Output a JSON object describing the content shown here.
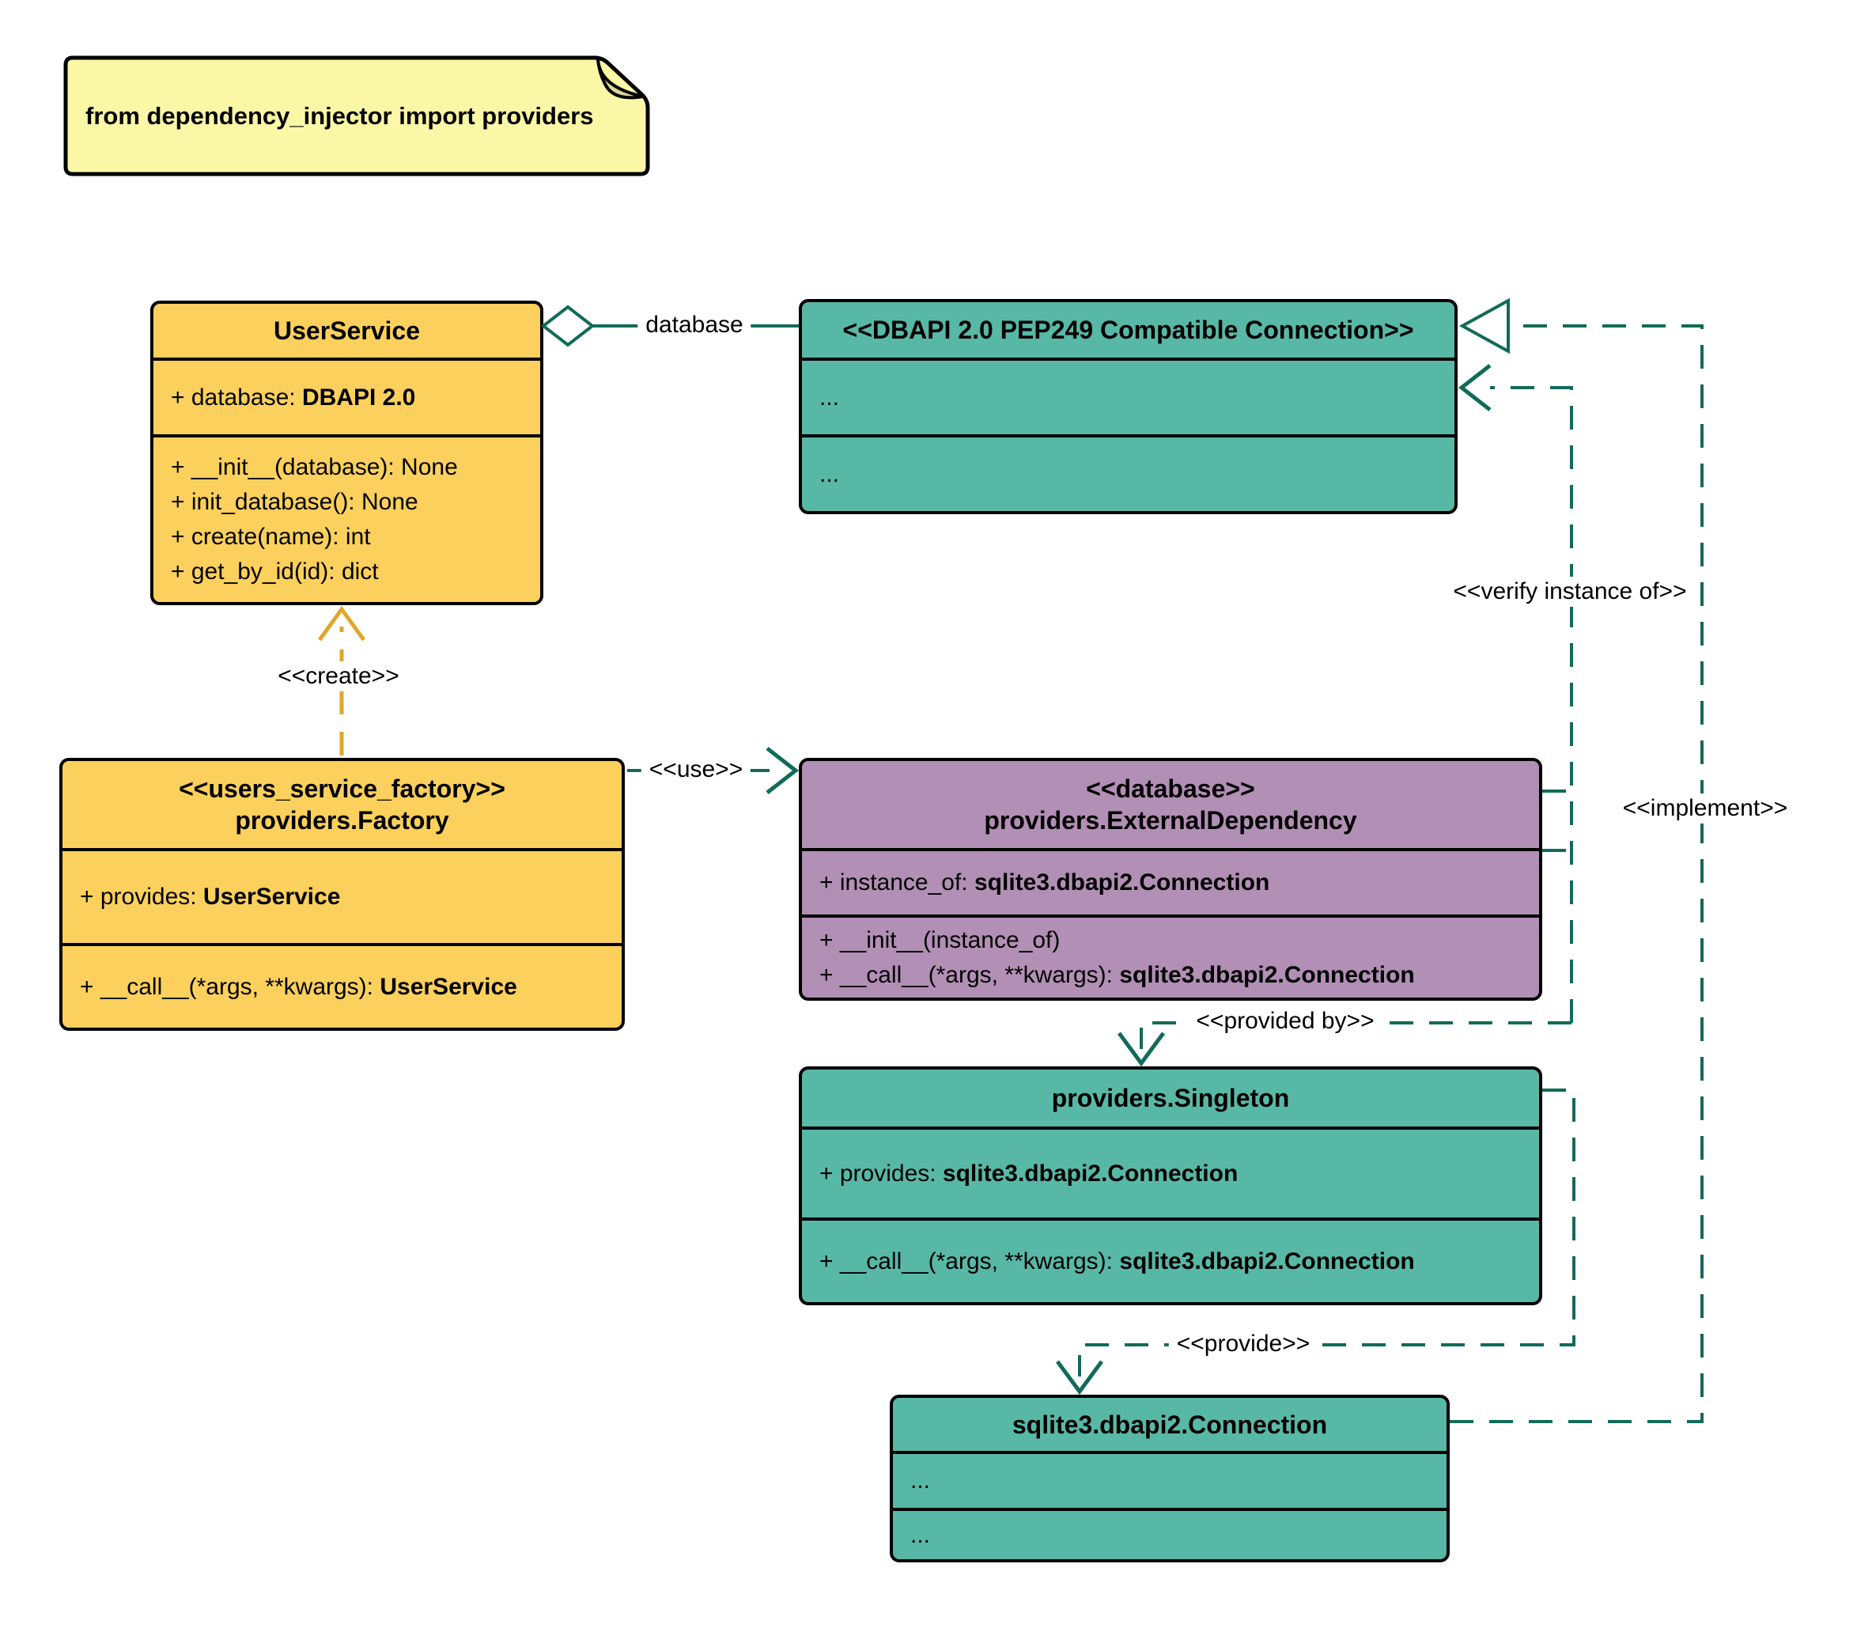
{
  "note": {
    "text": "from dependency_injector import providers"
  },
  "classes": {
    "user_service": {
      "title": "UserService",
      "attributes": [
        {
          "label": "+ database: ",
          "type": "DBAPI 2.0"
        }
      ],
      "methods": [
        {
          "label": "+ __init__(database): None",
          "type": ""
        },
        {
          "label": "+ init_database(): None",
          "type": ""
        },
        {
          "label": "+ create(name): int",
          "type": ""
        },
        {
          "label": "+ get_by_id(id): dict",
          "type": ""
        }
      ]
    },
    "dbapi_connection": {
      "title": "<<DBAPI 2.0 PEP249 Compatible Connection>>",
      "section1": "...",
      "section2": "..."
    },
    "users_service_factory": {
      "stereotype": "<<users_service_factory>>",
      "title": "providers.Factory",
      "attributes": [
        {
          "label": "+ provides: ",
          "type": "UserService"
        }
      ],
      "methods": [
        {
          "label": "+ __call__(*args, **kwargs): ",
          "type": "UserService"
        }
      ]
    },
    "external_dependency": {
      "stereotype": "<<database>>",
      "title": "providers.ExternalDependency",
      "attributes": [
        {
          "label": "+ instance_of: ",
          "type": "sqlite3.dbapi2.Connection"
        }
      ],
      "methods": [
        {
          "label": "+ __init__(instance_of)",
          "type": ""
        },
        {
          "label": "+ __call__(*args, **kwargs): ",
          "type": "sqlite3.dbapi2.Connection"
        }
      ]
    },
    "singleton": {
      "title": "providers.Singleton",
      "attributes": [
        {
          "label": "+ provides: ",
          "type": "sqlite3.dbapi2.Connection"
        }
      ],
      "methods": [
        {
          "label": "+ __call__(*args, **kwargs): ",
          "type": "sqlite3.dbapi2.Connection"
        }
      ]
    },
    "sqlite_connection": {
      "title": "sqlite3.dbapi2.Connection",
      "section1": "...",
      "section2": "..."
    }
  },
  "edges": {
    "database": "database",
    "create": "<<create>>",
    "use": "<<use>>",
    "verify_instance_of": "<<verify instance of>>",
    "implement": "<<implement>>",
    "provided_by": "<<provided by>>",
    "provide": "<<provide>>"
  },
  "colors": {
    "class_yellow": "#FBD05C",
    "class_teal": "#58B8A6",
    "class_purple": "#B28FB5",
    "note_yellow": "#FAF7A6",
    "note_fold": "#DBD89B",
    "edge_teal": "#116B58",
    "edge_gold": "#E0A62C",
    "border_black": "#000000"
  }
}
